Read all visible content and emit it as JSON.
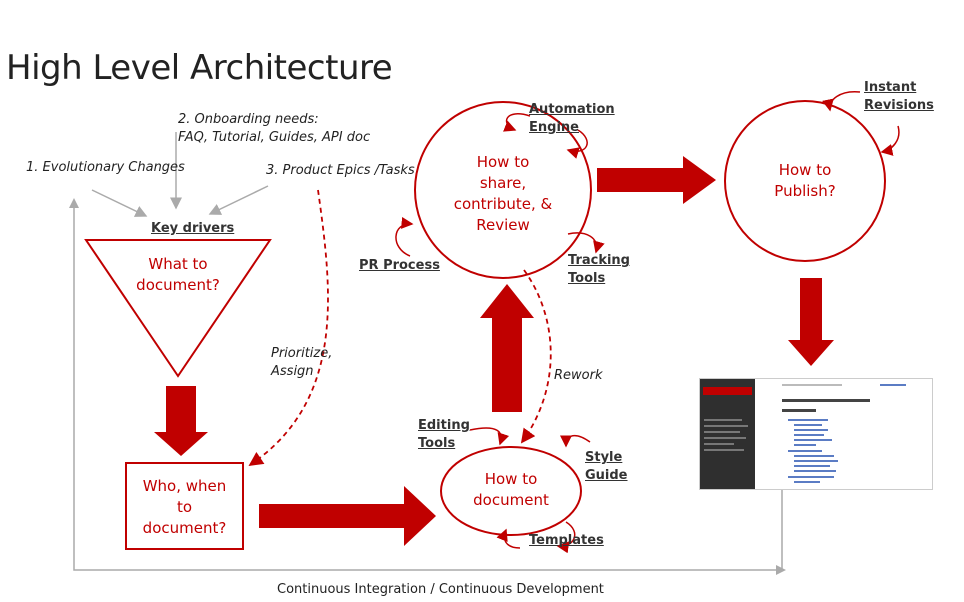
{
  "title": "High Level Architecture",
  "drivers": {
    "evolutionary": "1. Evolutionary Changes",
    "onboarding_line1": "2. Onboarding needs:",
    "onboarding_line2": "FAQ, Tutorial, Guides, API doc",
    "epics": "3. Product Epics /Tasks",
    "key_drivers": "Key drivers"
  },
  "what_to_document": [
    "What to",
    "document?"
  ],
  "who_when": [
    "Who, when",
    "to",
    "document?"
  ],
  "prioritize": [
    "Prioritize,",
    "Assign"
  ],
  "share": {
    "lines": [
      "How to",
      "share,",
      "contribute, &",
      "Review"
    ],
    "automation": [
      "Automation",
      "Engine"
    ],
    "pr_process": "PR Process",
    "tracking": [
      "Tracking",
      "Tools"
    ]
  },
  "publish": {
    "lines": [
      "How to",
      "Publish?"
    ],
    "instant": [
      "Instant",
      "Revisions"
    ]
  },
  "document": {
    "lines": [
      "How to",
      "document"
    ],
    "editing": [
      "Editing",
      "Tools"
    ],
    "style": [
      "Style",
      "Guide"
    ],
    "templates": "Templates"
  },
  "rework": "Rework",
  "ci_cd": "Continuous Integration / Continuous Development",
  "colors": {
    "accent": "#c00000",
    "line": "#aaaaaa",
    "text": "#222222"
  }
}
